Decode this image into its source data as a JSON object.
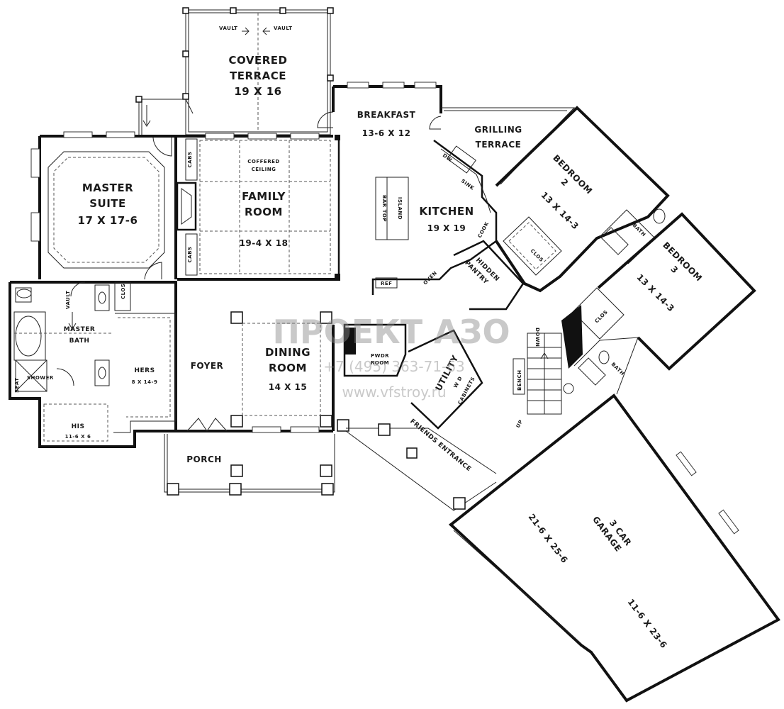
{
  "rooms": {
    "covered_terrace": {
      "name1": "COVERED",
      "name2": "TERRACE",
      "dim": "19 X 16"
    },
    "vault_left": "VAULT",
    "vault_right": "VAULT",
    "breakfast": {
      "name": "BREAKFAST",
      "dim": "13-6 X 12"
    },
    "grilling_terrace": {
      "name1": "GRILLING",
      "name2": "TERRACE"
    },
    "master_suite": {
      "name1": "MASTER",
      "name2": "SUITE",
      "dim": "17 X 17-6"
    },
    "family_room": {
      "name1": "FAMILY",
      "name2": "ROOM",
      "dim": "19-4 X 18",
      "note1": "COFFERED",
      "note2": "CEILING"
    },
    "cabs_top": "CABS",
    "cabs_bottom": "CABS",
    "kitchen": {
      "name": "KITCHEN",
      "dim": "19 X 19",
      "bar_top": "BAR TOP",
      "island": "ISLAND"
    },
    "dw": "DW",
    "sink": "SINK",
    "cook": "COOK",
    "ref": "REF",
    "oven": "OVEN",
    "bedroom2": {
      "name1": "BEDROOM",
      "name2": "2",
      "dim": "13 X 14-3"
    },
    "bedroom3": {
      "name1": "BEDROOM",
      "name2": "3",
      "dim": "13 X 14-3"
    },
    "clos_bed2": "CLOS",
    "clos_bed3": "CLOS",
    "bath_bed2": "BATH",
    "bath_bed3": "BATH",
    "hidden_pantry": {
      "name1": "HIDDEN",
      "name2": "PANTRY"
    },
    "master_bath": {
      "name1": "MASTER",
      "name2": "BATH",
      "vault": "VAULT",
      "seat": "SEAT",
      "shower": "SHOWER",
      "clos": "CLOS"
    },
    "hers": {
      "name": "HERS",
      "dim": "8 X 14-9"
    },
    "his": {
      "name": "HIS",
      "dim": "11-6 X 6"
    },
    "foyer": "FOYER",
    "dining_room": {
      "name1": "DINING",
      "name2": "ROOM",
      "dim": "14 X 15"
    },
    "pwdr_room": {
      "name1": "PWDR",
      "name2": "ROOM"
    },
    "utility": {
      "name": "UTILITY",
      "sub": "W D",
      "cabinets": "CABINETS"
    },
    "porch": "PORCH",
    "friends_entrance": "FRIENDS ENTRANCE",
    "bench": "BENCH",
    "down": "DOWN",
    "up": "UP",
    "garage": {
      "name1": "3 CAR",
      "name2": "GARAGE",
      "dim1": "21-6 X 25-6",
      "dim2": "11-6 X 23-6"
    }
  },
  "watermark": {
    "logo": "ПРОЕКТ АЗО",
    "phone": "+7 (495) 363-71-63",
    "url": "www.vfstroy.ru"
  },
  "colors": {
    "line": "#111111",
    "watermark": "#8a8a8a",
    "background": "#ffffff"
  }
}
